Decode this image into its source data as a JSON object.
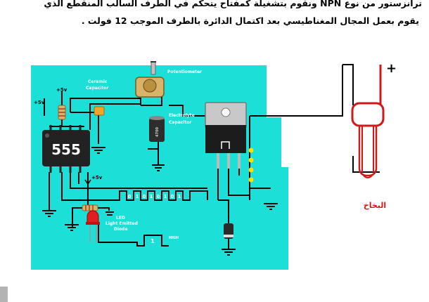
{
  "document": {
    "line1": "ترانزستور من نوع  NPN ونقوم بتشغيلة كمفتاح يتحكم في الطرف السالب المنقطع الذي",
    "line2": "يقوم بعمل المجال المغناطيسي بعد اكتمال الدائرة بالطرف الموجب 12 فولت ."
  },
  "circuit": {
    "potentiometer_label": "Potentiometer",
    "ceramic_label_1": "Ceramic",
    "ceramic_label_2": "Capacitor",
    "electrolytic_label_1": "Electrolyte",
    "electrolytic_label_2": "Capacitor",
    "cap_body_text": "4700",
    "v5_top": "+5v",
    "v5_left": "+5v",
    "v5_bottom": "+5v",
    "ic_label": "555",
    "led_label_1": "LED",
    "led_label_2": "Light Emitted",
    "led_label_3": "Diode",
    "pulse_bits": [
      "0",
      "1",
      "0",
      "1",
      "0",
      "1",
      "0",
      "1"
    ],
    "high_value": "1",
    "high_label": "HIGH"
  },
  "sprayer": {
    "plus_sign": "+",
    "label": "البخاخ"
  },
  "colors": {
    "board": "#1ce0d8",
    "ic": "#222222",
    "wire": "#000000",
    "led": "#e02020",
    "coil": "#d01818",
    "via": "#ffe000"
  }
}
